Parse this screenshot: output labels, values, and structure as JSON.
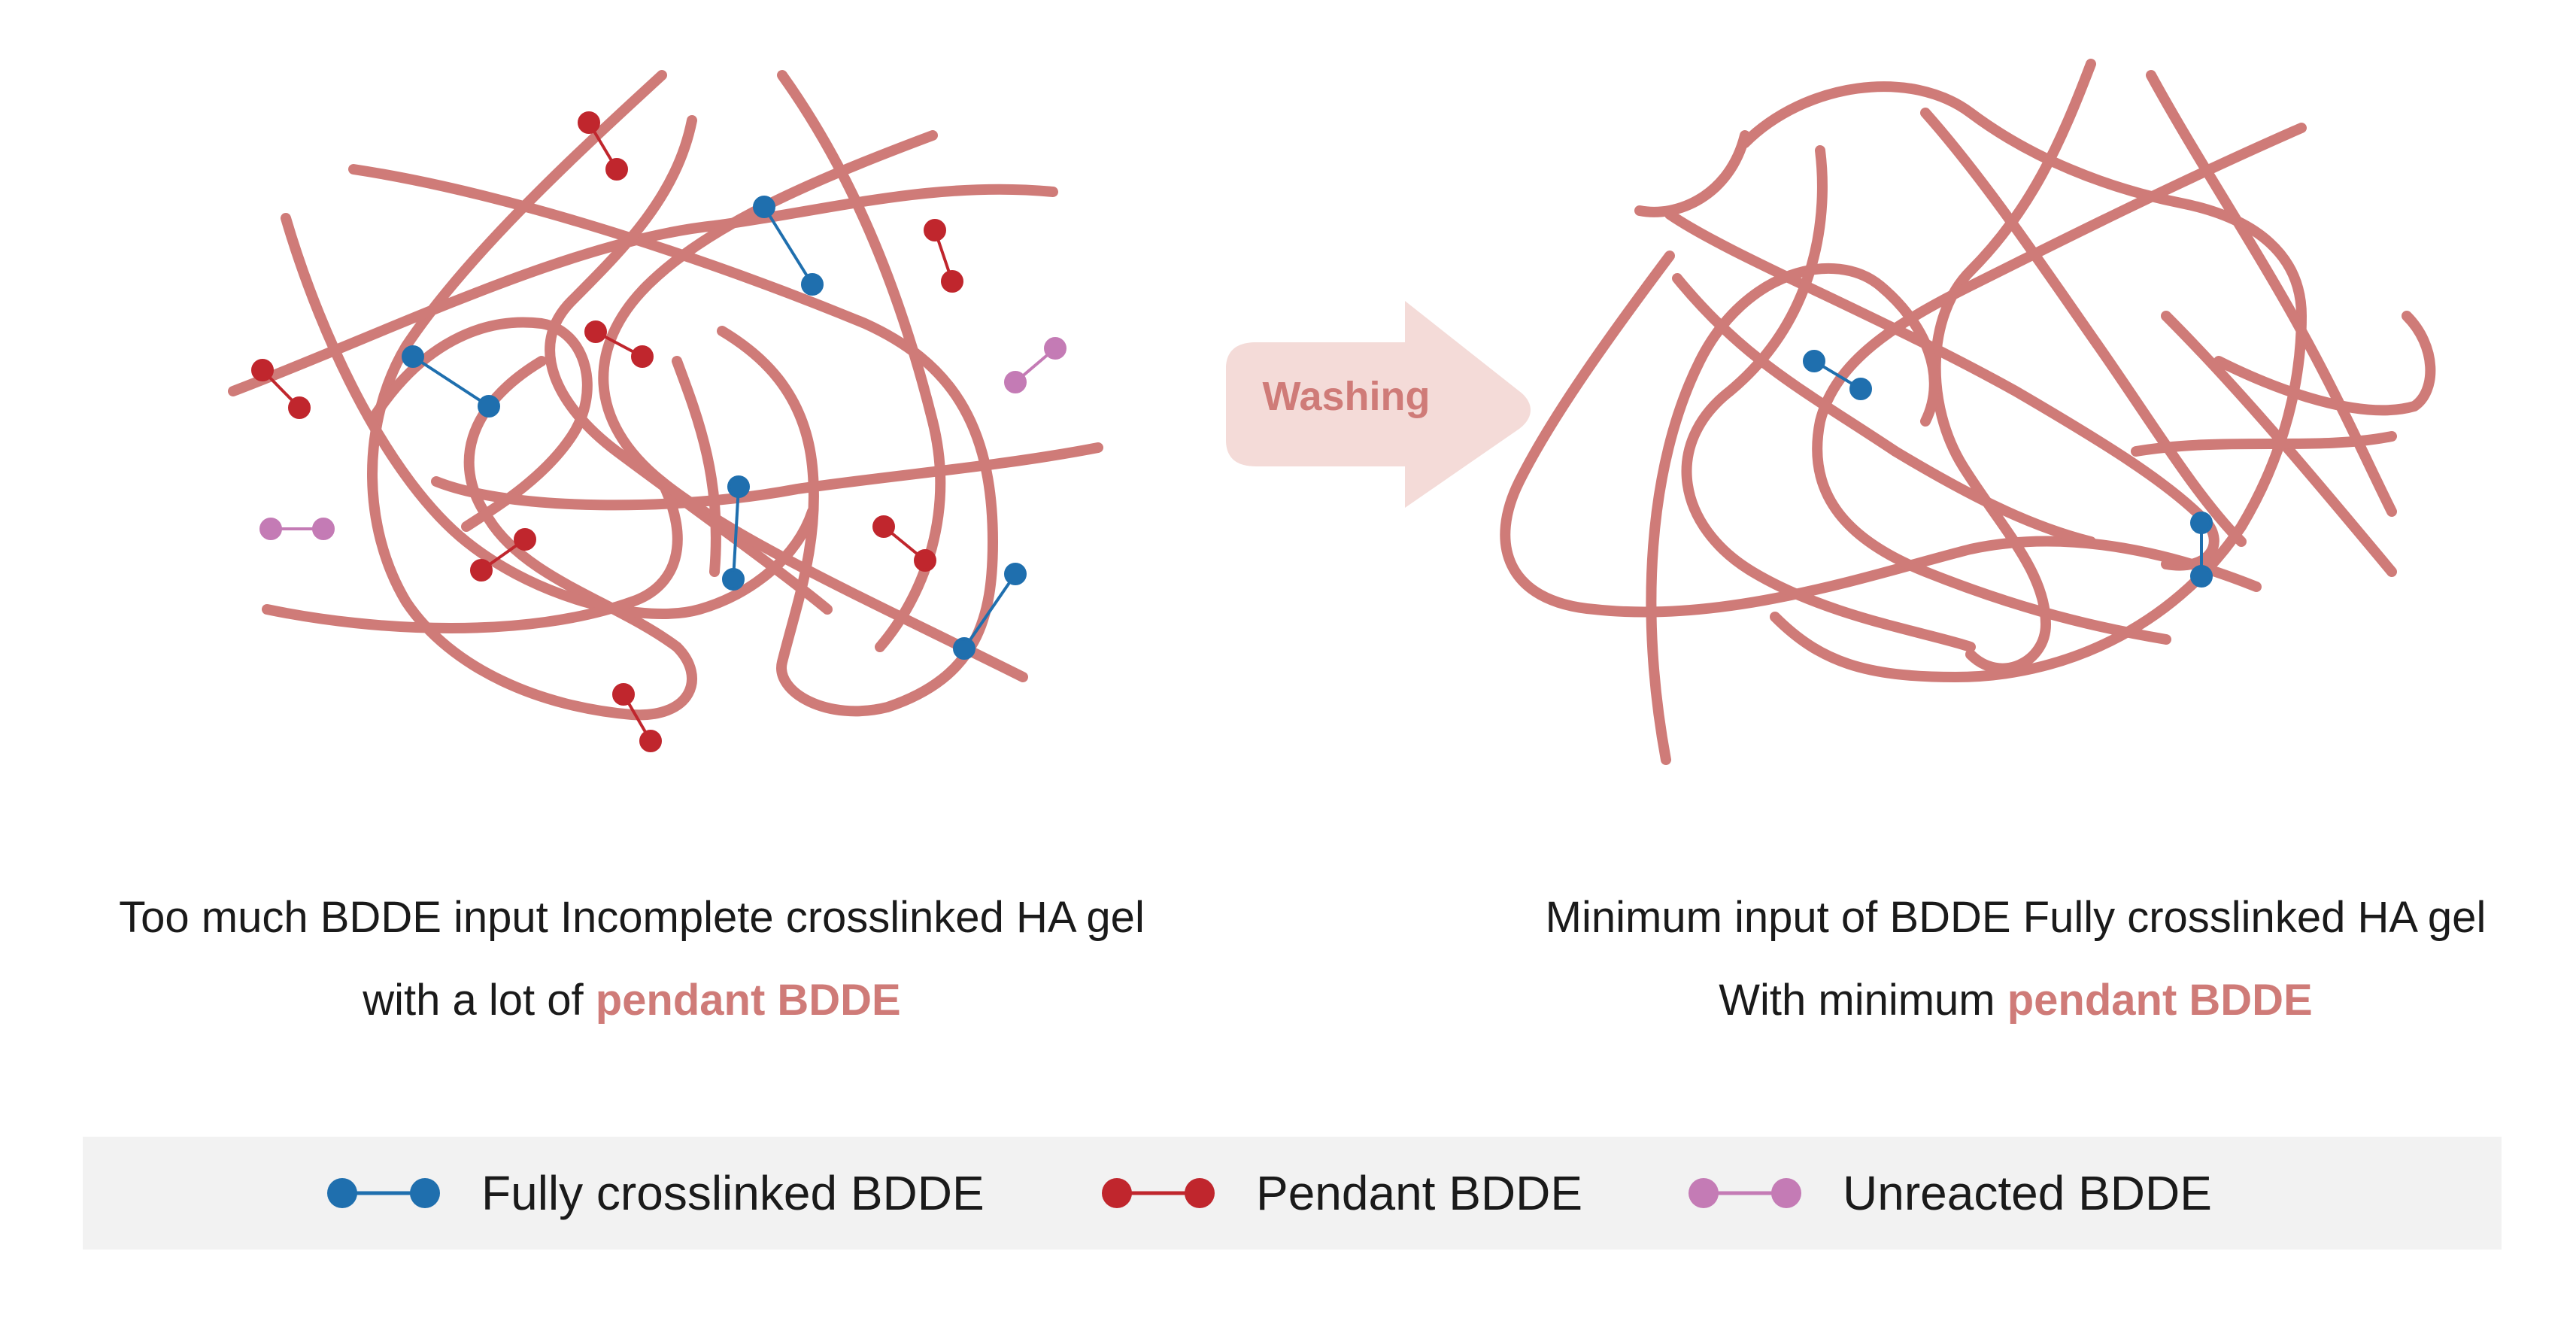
{
  "arrow": {
    "label": "Washing"
  },
  "captions": {
    "left": {
      "line1": "Too much BDDE input Incomplete crosslinked HA gel",
      "line2_prefix": "with a lot of ",
      "line2_emph": "pendant BDDE"
    },
    "right": {
      "line1": "Minimum input of BDDE Fully crosslinked HA gel",
      "line2_prefix": "With minimum ",
      "line2_emph": "pendant BDDE"
    }
  },
  "legend": [
    {
      "label": "Fully crosslinked BDDE",
      "color": "#1f6fae"
    },
    {
      "label": "Pendant BDDE",
      "color": "#c0262d"
    },
    {
      "label": "Unreacted BDDE",
      "color": "#c47bb5"
    }
  ],
  "colors": {
    "strand": "#cf7b78",
    "arrow": "#f4dbd8",
    "legend_bg": "#f2f2f2"
  }
}
